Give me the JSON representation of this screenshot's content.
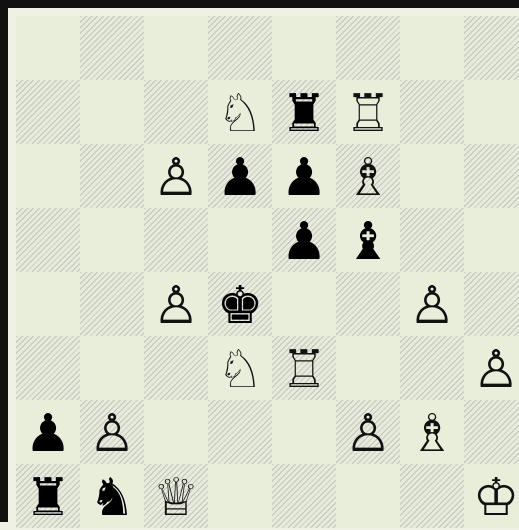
{
  "board": {
    "squares": [
      [
        null,
        null,
        null,
        null,
        null,
        null,
        null,
        null
      ],
      [
        null,
        null,
        null,
        {
          "name": "white-knight",
          "glyph": "♘"
        },
        {
          "name": "black-rook",
          "glyph": "♜"
        },
        {
          "name": "white-rook",
          "glyph": "♖"
        },
        null,
        null
      ],
      [
        null,
        null,
        {
          "name": "white-pawn",
          "glyph": "♙"
        },
        {
          "name": "black-pawn",
          "glyph": "♟"
        },
        {
          "name": "black-pawn",
          "glyph": "♟"
        },
        {
          "name": "white-bishop",
          "glyph": "♗"
        },
        null,
        null
      ],
      [
        null,
        null,
        null,
        null,
        {
          "name": "black-pawn",
          "glyph": "♟"
        },
        {
          "name": "black-bishop",
          "glyph": "♝"
        },
        null,
        null
      ],
      [
        null,
        null,
        {
          "name": "white-pawn",
          "glyph": "♙"
        },
        {
          "name": "black-king",
          "glyph": "♚"
        },
        null,
        null,
        {
          "name": "white-pawn",
          "glyph": "♙"
        },
        null
      ],
      [
        null,
        null,
        null,
        {
          "name": "white-knight",
          "glyph": "♘"
        },
        {
          "name": "white-rook",
          "glyph": "♖"
        },
        null,
        null,
        {
          "name": "white-pawn",
          "glyph": "♙"
        }
      ],
      [
        {
          "name": "black-pawn",
          "glyph": "♟"
        },
        {
          "name": "white-pawn",
          "glyph": "♙"
        },
        null,
        null,
        null,
        {
          "name": "white-pawn",
          "glyph": "♙"
        },
        {
          "name": "white-bishop",
          "glyph": "♗"
        },
        null
      ],
      [
        {
          "name": "black-rook",
          "glyph": "♜"
        },
        {
          "name": "black-knight",
          "glyph": "♞"
        },
        {
          "name": "white-queen",
          "glyph": "♕"
        },
        null,
        null,
        null,
        null,
        {
          "name": "white-king",
          "glyph": "♔"
        }
      ]
    ]
  }
}
